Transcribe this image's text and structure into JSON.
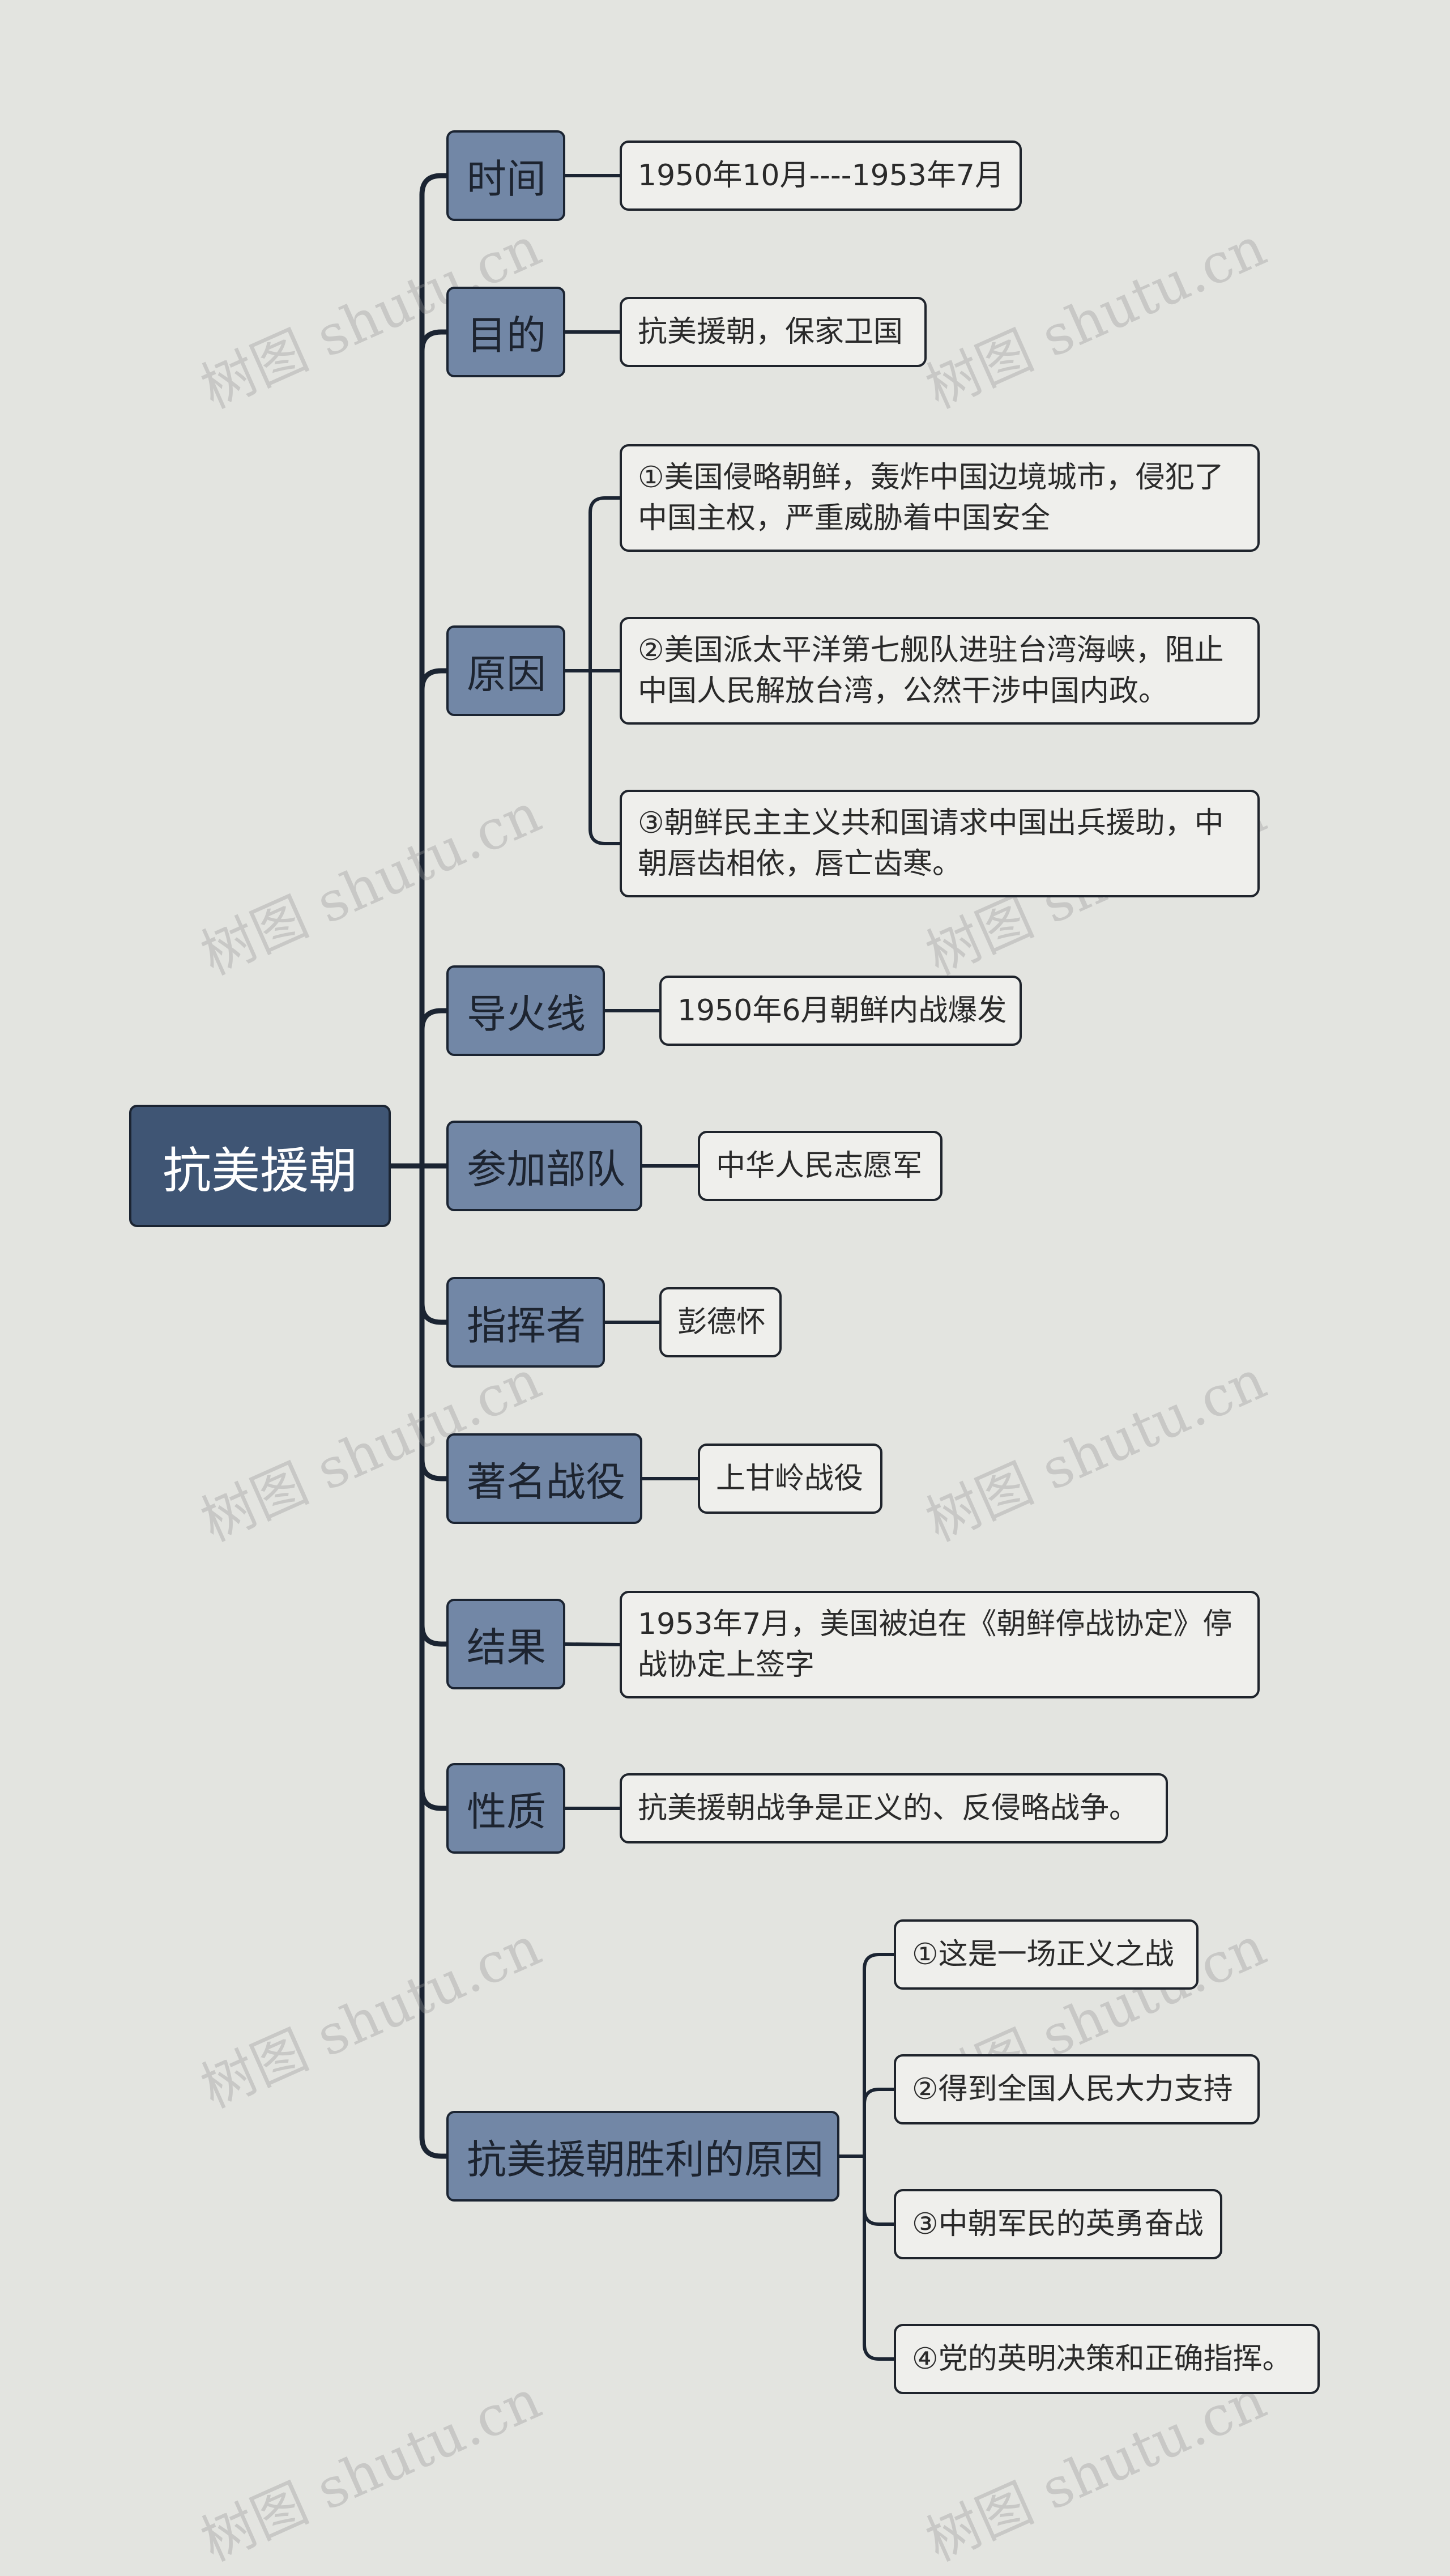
{
  "root": {
    "label": "抗美援朝"
  },
  "watermark": "树图 shutu.cn",
  "branches": [
    {
      "label": "时间",
      "leaves": [
        "1950年10月----1953年7月"
      ]
    },
    {
      "label": "目的",
      "leaves": [
        "抗美援朝，保家卫国"
      ]
    },
    {
      "label": "原因",
      "leaves": [
        "①美国侵略朝鲜，轰炸中国边境城市，侵犯了中国主权，严重威胁着中国安全",
        "②美国派太平洋第七舰队进驻台湾海峡，阻止中国人民解放台湾，公然干涉中国内政。",
        "③朝鲜民主主义共和国请求中国出兵援助，中朝唇齿相依，唇亡齿寒。"
      ]
    },
    {
      "label": "导火线",
      "leaves": [
        "1950年6月朝鲜内战爆发"
      ]
    },
    {
      "label": "参加部队",
      "leaves": [
        "中华人民志愿军"
      ]
    },
    {
      "label": "指挥者",
      "leaves": [
        "彭德怀"
      ]
    },
    {
      "label": "著名战役",
      "leaves": [
        "上甘岭战役"
      ]
    },
    {
      "label": "结果",
      "leaves": [
        "1953年7月，美国被迫在《朝鲜停战协定》停战协定上签字"
      ]
    },
    {
      "label": "性质",
      "leaves": [
        "抗美援朝战争是正义的、反侵略战争。"
      ]
    },
    {
      "label": "抗美援朝胜利的原因",
      "leaves": [
        "①这是一场正义之战",
        "②得到全国人民大力支持",
        "③中朝军民的英勇奋战",
        "④党的英明决策和正确指挥。"
      ]
    }
  ],
  "colors": {
    "background": "#e3e4e0",
    "root_fill": "#3f5574",
    "branch_fill": "#7287a6",
    "leaf_fill": "#efefec",
    "line": "#1b2432"
  }
}
